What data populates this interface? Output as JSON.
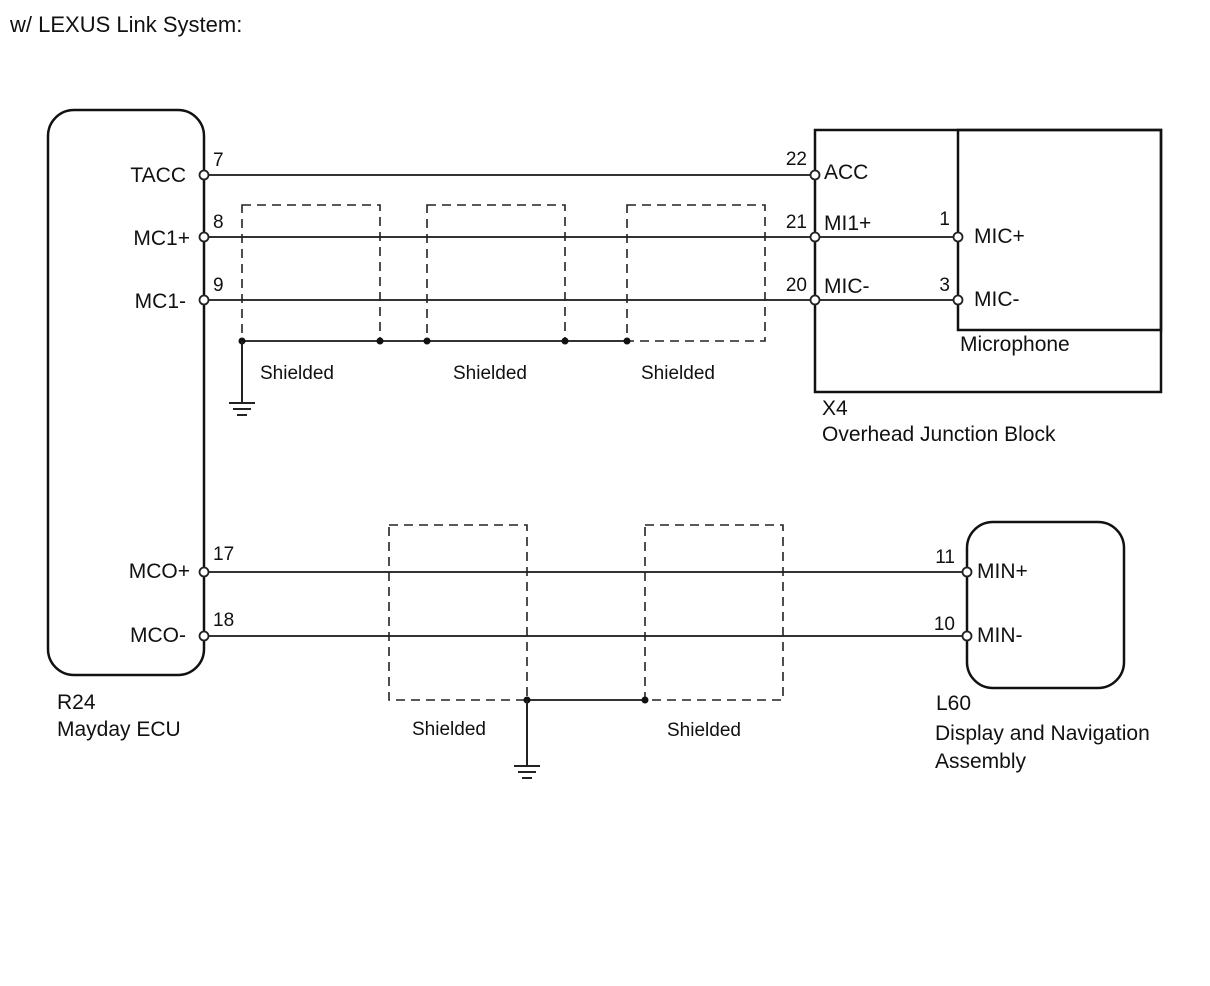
{
  "title": "w/ LEXUS Link System:",
  "shield_label": "Shielded",
  "ecu": {
    "code": "R24",
    "name": "Mayday ECU",
    "pins": [
      {
        "label": "TACC",
        "num": "7"
      },
      {
        "label": "MC1+",
        "num": "8"
      },
      {
        "label": "MC1-",
        "num": "9"
      },
      {
        "label": "MCO+",
        "num": "17"
      },
      {
        "label": "MCO-",
        "num": "18"
      }
    ]
  },
  "junction": {
    "code": "X4",
    "name": "Overhead Junction Block",
    "pins": [
      {
        "label": "ACC",
        "num": "22"
      },
      {
        "label": "MI1+",
        "num": "21"
      },
      {
        "label": "MIC-",
        "num": "20"
      }
    ]
  },
  "microphone": {
    "name": "Microphone",
    "pins": [
      {
        "label": "MIC+",
        "num": "1"
      },
      {
        "label": "MIC-",
        "num": "3"
      }
    ]
  },
  "display": {
    "code": "L60",
    "name_line1": "Display and Navigation",
    "name_line2": "Assembly",
    "pins": [
      {
        "label": "MIN+",
        "num": "11"
      },
      {
        "label": "MIN-",
        "num": "10"
      }
    ]
  }
}
